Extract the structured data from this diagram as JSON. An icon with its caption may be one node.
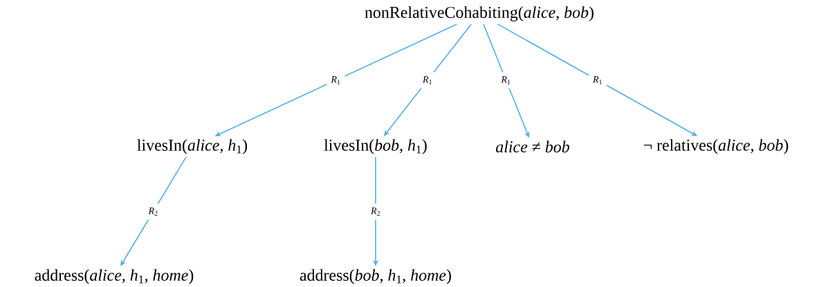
{
  "diagram": {
    "nodes": [
      {
        "text": [
          "nonRelativeCohabiting(*alice*, *bob*)"
        ]
      },
      {
        "text": [
          "livesIn(*alice*, *h*$_{1}$)"
        ]
      },
      {
        "text": [
          "livesIn(*bob*, *h*$_{1}$)"
        ]
      },
      {
        "text": [
          "*alice* ≠ *bob*"
        ]
      },
      {
        "text": [
          "¬ relatives(*alice*, *bob*)"
        ]
      },
      {
        "text": [
          "address(*alice*, *h*$_{1}$, *home*)"
        ]
      },
      {
        "text": [
          "address(*bob*, *h*$_{1}$, *home*)"
        ]
      }
    ],
    "edges": [
      {
        "from": 0,
        "to": 1,
        "arrow": "to",
        "label": "*R*$_{1}$"
      },
      {
        "from": 0,
        "to": 2,
        "arrow": "to",
        "label": "*R*$_{1}$"
      },
      {
        "from": 0,
        "to": 3,
        "arrow": "to",
        "label": "*R*$_{1}$"
      },
      {
        "from": 0,
        "to": 4,
        "arrow": "to",
        "label": "*R*$_{1}$"
      },
      {
        "from": 1,
        "to": 5,
        "arrow": "to",
        "label": "*R*$_{2}$"
      },
      {
        "from": 2,
        "to": 6,
        "arrow": "to",
        "label": "*R*$_{2}$"
      }
    ]
  }
}
